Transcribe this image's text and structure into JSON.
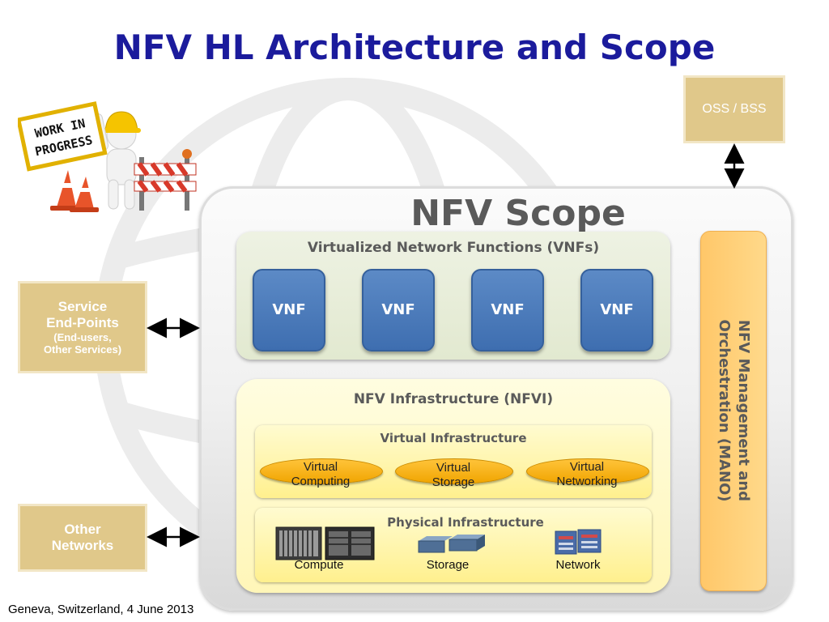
{
  "title": "NFV HL Architecture and Scope",
  "oss_bss": "OSS / BSS",
  "service_endpoints": {
    "line1": "Service",
    "line2": "End-Points",
    "line3": "(End-users,",
    "line4": "Other Services)"
  },
  "other_networks": {
    "line1": "Other",
    "line2": "Networks"
  },
  "scope_title": "NFV Scope",
  "vnfs": {
    "label": "Virtualized Network Functions (VNFs)",
    "items": [
      "VNF",
      "VNF",
      "VNF",
      "VNF"
    ]
  },
  "nfvi": {
    "label": "NFV Infrastructure (NFVI)",
    "virtual": {
      "label": "Virtual Infrastructure",
      "items": [
        {
          "line1": "Virtual",
          "line2": "Computing"
        },
        {
          "line1": "Virtual",
          "line2": "Storage"
        },
        {
          "line1": "Virtual",
          "line2": "Networking"
        }
      ]
    },
    "physical": {
      "label": "Physical Infrastructure",
      "items": [
        "Compute",
        "Storage",
        "Network"
      ]
    }
  },
  "mano": {
    "line1": "NFV Management and",
    "line2": "Orchestration (MANO)"
  },
  "sign": {
    "line1": "WORK IN",
    "line2": "PROGRESS"
  },
  "footer": "Geneva, Switzerland, 4 June 2013",
  "colors": {
    "title": "#1b1b9c",
    "tan_box": "#e0c88a",
    "vnf_blue": "#4a7cc0",
    "oval_orange": "#f5b21a",
    "mano_orange": "#ffc769"
  }
}
